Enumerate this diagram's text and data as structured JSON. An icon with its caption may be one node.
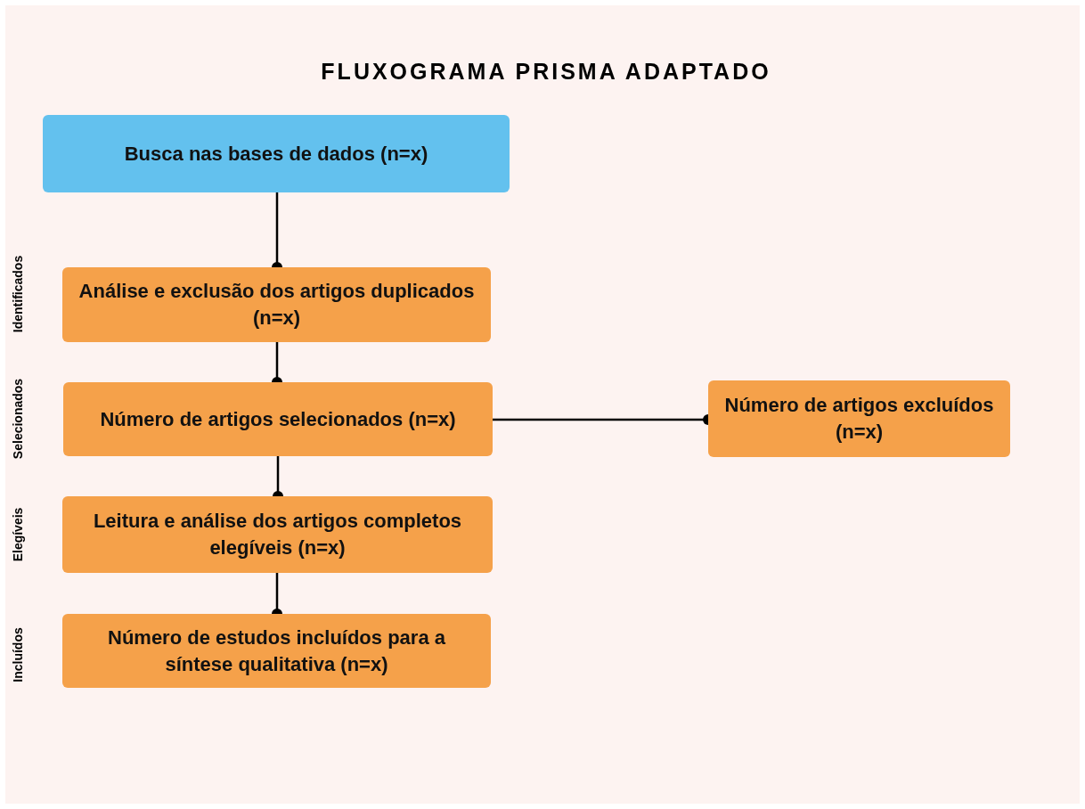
{
  "diagram": {
    "title": "FLUXOGRAMA PRISMA ADAPTADO",
    "nodes": [
      {
        "text": [
          "Busca nas bases de dados (n=x)"
        ]
      },
      {
        "text": [
          "Análise e exclusão dos artigos duplicados (n=x)"
        ]
      },
      {
        "text": [
          "Número de artigos selecionados (n=x)"
        ]
      },
      {
        "text": [
          "Número de artigos excluídos (n=x)"
        ]
      },
      {
        "text": [
          "Leitura e análise dos artigos completos elegíveis (n=x)"
        ]
      },
      {
        "text": [
          "Número de estudos incluídos para a síntese qualitativa (n=x)"
        ]
      }
    ],
    "edges": [
      {
        "from": 0,
        "to": 1,
        "arrow": "other"
      },
      {
        "from": 1,
        "to": 2,
        "arrow": "other"
      },
      {
        "from": 2,
        "to": 3,
        "arrow": "other"
      },
      {
        "from": 2,
        "to": 4,
        "arrow": "other"
      },
      {
        "from": 4,
        "to": 5,
        "arrow": "other"
      }
    ],
    "labels": [
      "Identificados",
      "Selecionados",
      "Elegíveis",
      "Incluídos"
    ]
  }
}
